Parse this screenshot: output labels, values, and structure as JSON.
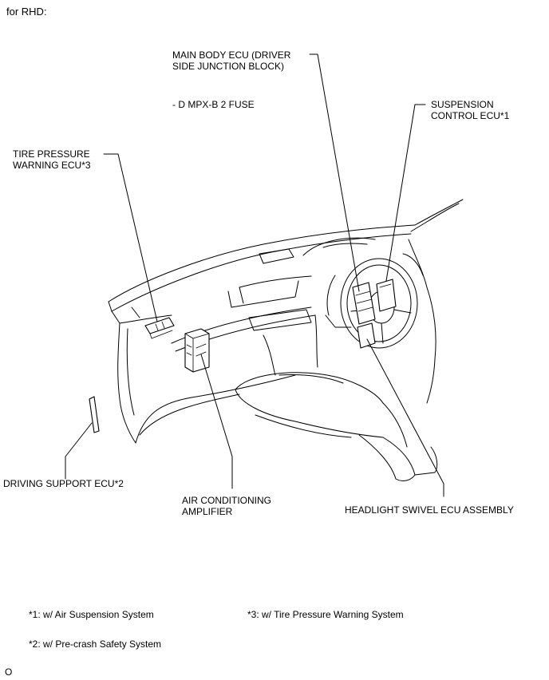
{
  "header": {
    "variant": "for RHD:"
  },
  "labels": {
    "main_body_ecu": "MAIN BODY ECU (DRIVER\nSIDE JUNCTION BLOCK)",
    "fuse": "- D MPX-B 2 FUSE",
    "suspension_ecu": "SUSPENSION\nCONTROL ECU*1",
    "tire_pressure_ecu": "TIRE PRESSURE\nWARNING ECU*3",
    "driving_support_ecu": "DRIVING SUPPORT ECU*2",
    "air_conditioning_amplifier": "AIR CONDITIONING\nAMPLIFIER",
    "headlight_swivel_ecu": "HEADLIGHT SWIVEL ECU ASSEMBLY"
  },
  "footnotes": {
    "note1": "*1: w/ Air Suspension System",
    "note2": "*2: w/ Pre-crash Safety System",
    "note3": "*3: w/ Tire Pressure Warning System"
  },
  "page_marker": "O"
}
